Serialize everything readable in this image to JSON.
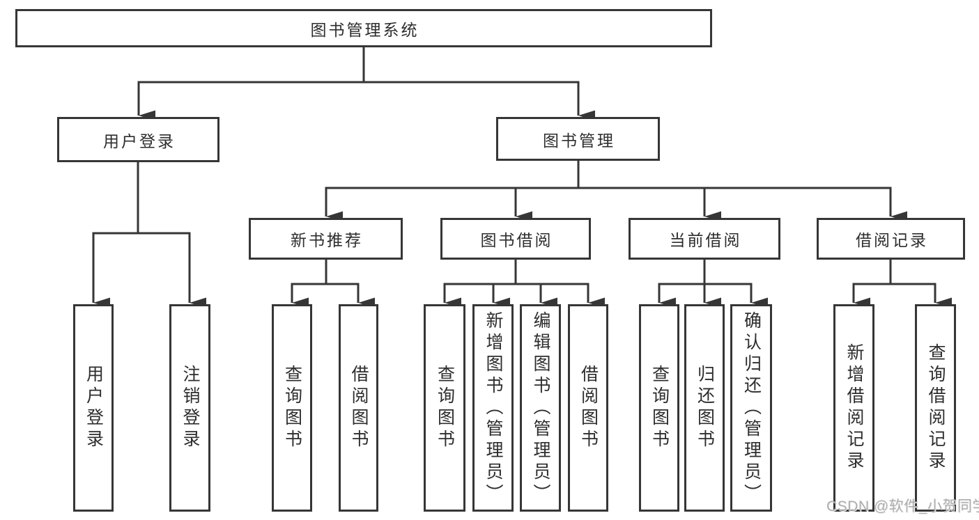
{
  "diagram": {
    "root": {
      "label": "图书管理系统"
    },
    "branches": [
      {
        "label": "用户登录",
        "children": [
          {
            "label": "用户登录"
          },
          {
            "label": "注销登录"
          }
        ]
      },
      {
        "label": "图书管理",
        "children": [
          {
            "label": "新书推荐",
            "children": [
              {
                "label": "查询图书"
              },
              {
                "label": "借阅图书"
              }
            ]
          },
          {
            "label": "图书借阅",
            "children": [
              {
                "label": "查询图书"
              },
              {
                "label": "新增图书（管理员）"
              },
              {
                "label": "编辑图书（管理员）"
              },
              {
                "label": "借阅图书"
              }
            ]
          },
          {
            "label": "当前借阅",
            "children": [
              {
                "label": "查询图书"
              },
              {
                "label": "归还图书"
              },
              {
                "label": "确认归还（管理员）"
              }
            ]
          },
          {
            "label": "借阅记录",
            "children": [
              {
                "label": "新增借阅记录"
              },
              {
                "label": "查询借阅记录"
              }
            ]
          }
        ]
      }
    ]
  },
  "watermark": {
    "text": "CSDN @软件_小贺同学"
  },
  "colors": {
    "line": "#363636",
    "text": "#2d2d2d",
    "watermark": "#aeaeae",
    "background": "#ffffff"
  }
}
